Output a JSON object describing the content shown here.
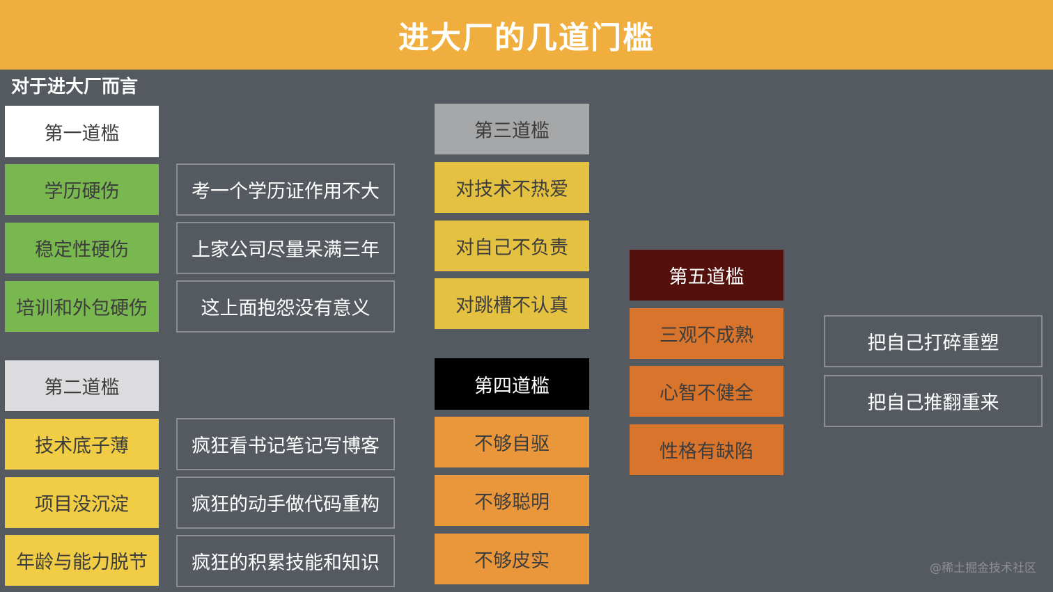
{
  "header": {
    "title": "进大厂的几道门槛"
  },
  "subtitle": "对于进大厂而言",
  "colors": {
    "header_bg": "#efae3d",
    "background": "#555a61",
    "green": "#79b84f",
    "yellow": "#f0cd45",
    "yellow_dark": "#e4c140",
    "orange_light": "#ea963a",
    "orange_dark": "#d8742b",
    "maroon": "#54100c",
    "black": "#000000",
    "gray_light": "#dcdcde",
    "gray_mid": "#a5a7a8",
    "white": "#ffffff"
  },
  "gate1": {
    "title": "第一道槛",
    "items": [
      "学历硬伤",
      "稳定性硬伤",
      "培训和外包硬伤"
    ],
    "solutions": [
      "考一个学历证作用不大",
      "上家公司尽量呆满三年",
      "这上面抱怨没有意义"
    ]
  },
  "gate2": {
    "title": "第二道槛",
    "items": [
      "技术底子薄",
      "项目没沉淀",
      "年龄与能力脱节"
    ],
    "solutions": [
      "疯狂看书记笔记写博客",
      "疯狂的动手做代码重构",
      "疯狂的积累技能和知识"
    ]
  },
  "gate3": {
    "title": "第三道槛",
    "items": [
      "对技术不热爱",
      "对自己不负责",
      "对跳槽不认真"
    ]
  },
  "gate4": {
    "title": "第四道槛",
    "items": [
      "不够自驱",
      "不够聪明",
      "不够皮实"
    ]
  },
  "gate5": {
    "title": "第五道槛",
    "items": [
      "三观不成熟",
      "心智不健全",
      "性格有缺陷"
    ],
    "solutions": [
      "把自己打碎重塑",
      "把自己推翻重来"
    ]
  },
  "watermark": "@稀土掘金技术社区"
}
